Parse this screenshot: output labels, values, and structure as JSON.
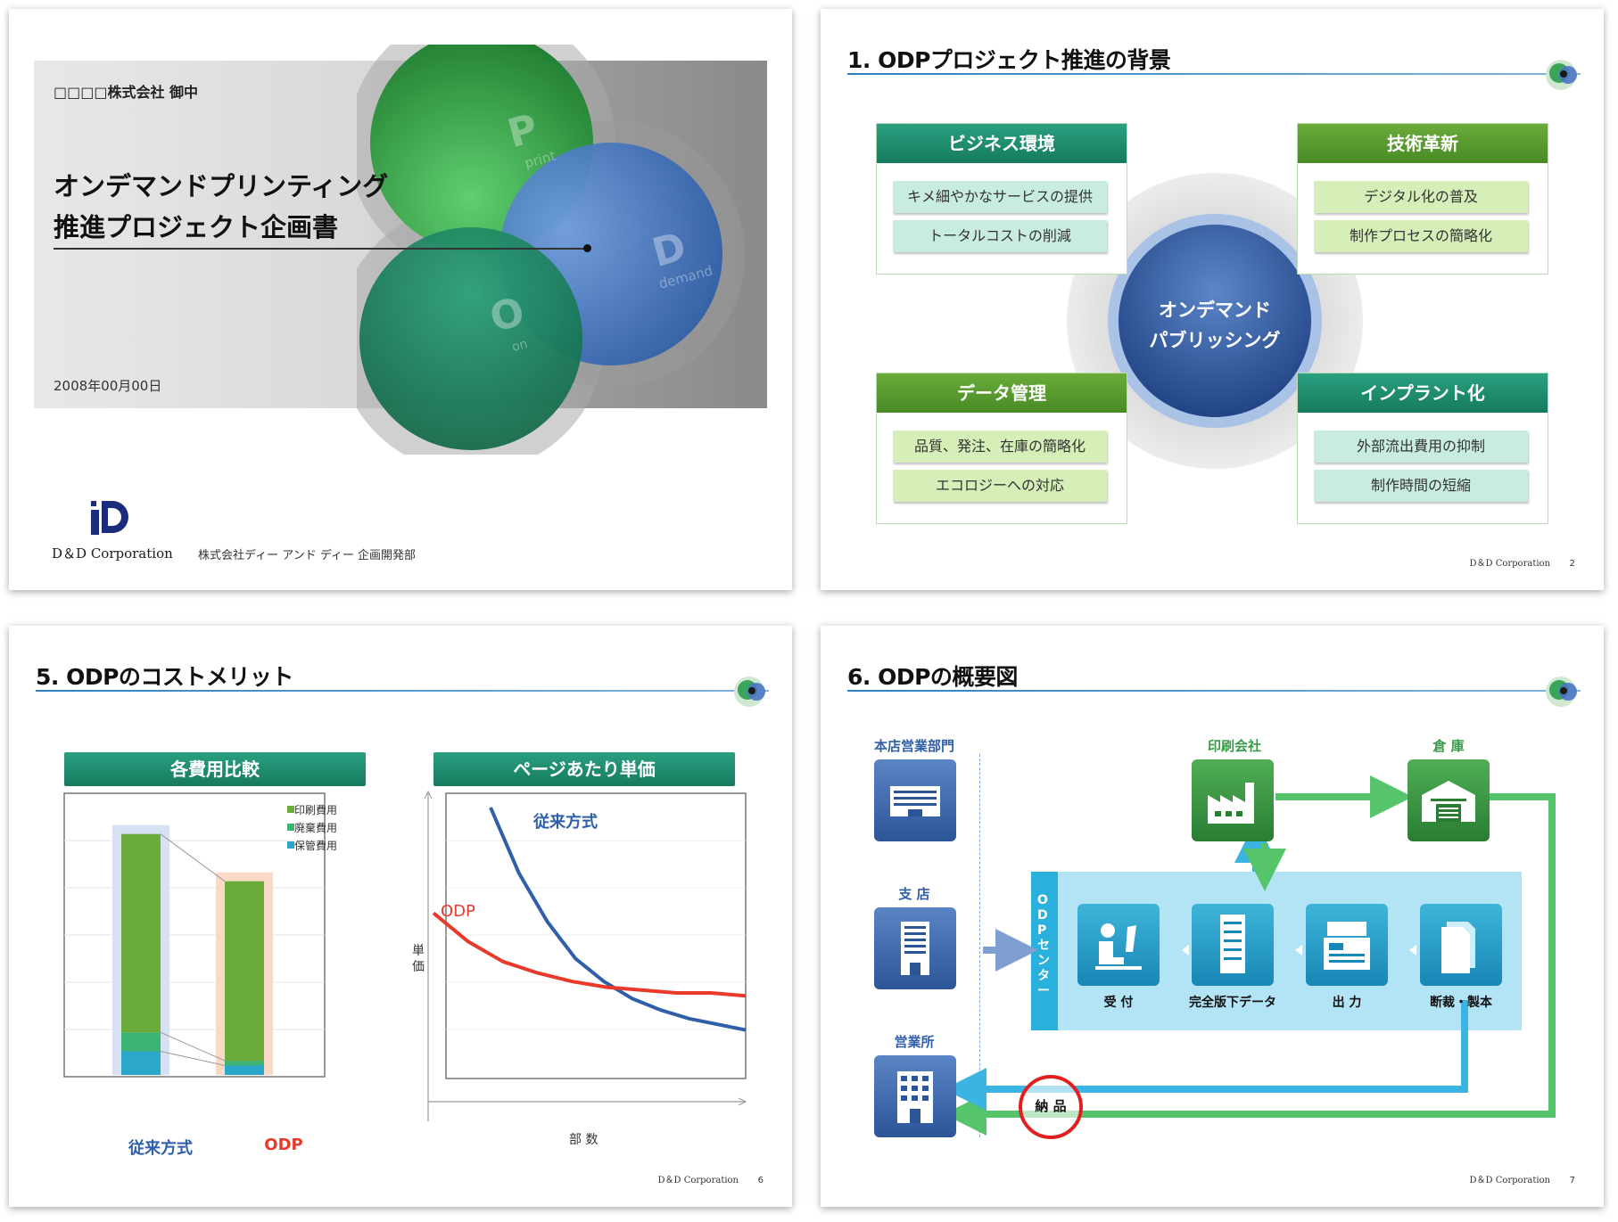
{
  "slide1": {
    "recipient": "□□□□株式会社 御中",
    "title_line1": "オンデマンドプリンティング",
    "title_line2": "推進プロジェクト企画書",
    "date": "2008年00月00日",
    "circle_p_letter": "P",
    "circle_p_word": "print",
    "circle_d_letter": "D",
    "circle_d_word": "demand",
    "circle_o_letter": "O",
    "circle_o_word": "on",
    "company_en": "D＆D Corporation",
    "company_ja": "株式会社ディー アンド ディー 企画開発部"
  },
  "slide2": {
    "title": "1. ODPプロジェクト推進の背景",
    "center_line1": "オンデマンド",
    "center_line2": "パブリッシング",
    "boxes": [
      {
        "head": "ビジネス環境",
        "items": [
          "キメ細やかなサービスの提供",
          "トータルコストの削減"
        ]
      },
      {
        "head": "技術革新",
        "items": [
          "デジタル化の普及",
          "制作プロセスの簡略化"
        ]
      },
      {
        "head": "データ管理",
        "items": [
          "品質、発注、在庫の簡略化",
          "エコロジーへの対応"
        ]
      },
      {
        "head": "インプラント化",
        "items": [
          "外部流出費用の抑制",
          "制作時間の短縮"
        ]
      }
    ],
    "footer": "D＆D Corporation",
    "page": "2"
  },
  "slide3": {
    "title": "5. ODPのコストメリット",
    "left_head": "各費用比較",
    "right_head": "ページあたり単価",
    "legend": [
      "印刷費用",
      "廃棄費用",
      "保管費用"
    ],
    "bar_labels": [
      "従来方式",
      "ODP"
    ],
    "curve_labels": [
      "従来方式",
      "ODP"
    ],
    "y_axis": "単価",
    "x_axis": "部 数",
    "footer": "D＆D Corporation",
    "page": "6",
    "colors": {
      "print": "#6aab3a",
      "waste": "#3cb371",
      "storage": "#2aa7c9",
      "conv": "#2f5fa8",
      "odp": "#e8392b"
    }
  },
  "chart_data": [
    {
      "type": "bar",
      "title": "各費用比較",
      "categories": [
        "従来方式",
        "ODP"
      ],
      "series": [
        {
          "name": "印刷費用",
          "values": [
            42,
            38
          ]
        },
        {
          "name": "廃棄費用",
          "values": [
            4,
            1
          ]
        },
        {
          "name": "保管費用",
          "values": [
            5,
            2
          ]
        }
      ],
      "legend": "top-right"
    },
    {
      "type": "line",
      "title": "ページあたり単価",
      "xlabel": "部 数",
      "ylabel": "単価",
      "series": [
        {
          "name": "従来方式",
          "x": [
            1,
            2,
            3,
            4,
            5,
            6,
            7,
            8,
            9,
            10
          ],
          "values": [
            95,
            72,
            55,
            42,
            34,
            28,
            24,
            21,
            19,
            17
          ]
        },
        {
          "name": "ODP",
          "x": [
            1,
            2,
            3,
            4,
            5,
            6,
            7,
            8,
            9,
            10
          ],
          "values": [
            58,
            48,
            41,
            37,
            34,
            32,
            31,
            30,
            30,
            29
          ]
        }
      ]
    }
  ],
  "slide4": {
    "title": "6. ODPの概要図",
    "hq": "本店営業部門",
    "branch": "支 店",
    "office": "営業所",
    "printer": "印刷会社",
    "warehouse": "倉 庫",
    "center": "ODPセンター",
    "steps": [
      "受 付",
      "完全版下データ",
      "出 力",
      "断裁・製本"
    ],
    "delivery": "納 品",
    "footer": "D＆D Corporation",
    "page": "7"
  }
}
